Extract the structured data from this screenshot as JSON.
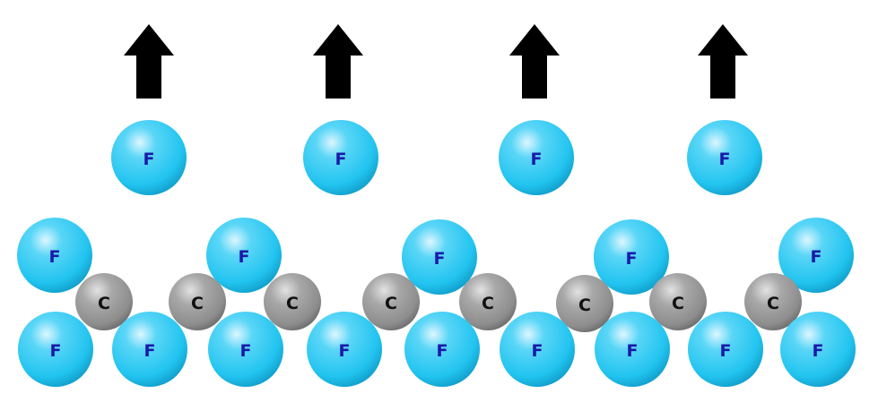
{
  "colors": {
    "fluorine": "#22c4f0",
    "fluorine_highlight": "#ddf6ff",
    "fluorine_label": "#1a1aa8",
    "carbon": "#8d8d8d",
    "carbon_highlight": "#e2e2e2",
    "carbon_label": "#111111",
    "arrow": "#000000",
    "background": "#ffffff"
  },
  "labels": {
    "fluorine": "F",
    "carbon": "C"
  },
  "counts": {
    "arrows": 4,
    "detached_fluorine": 4,
    "carbon_chain": 8,
    "upper_fluorine": 5,
    "lower_fluorine": 9
  }
}
